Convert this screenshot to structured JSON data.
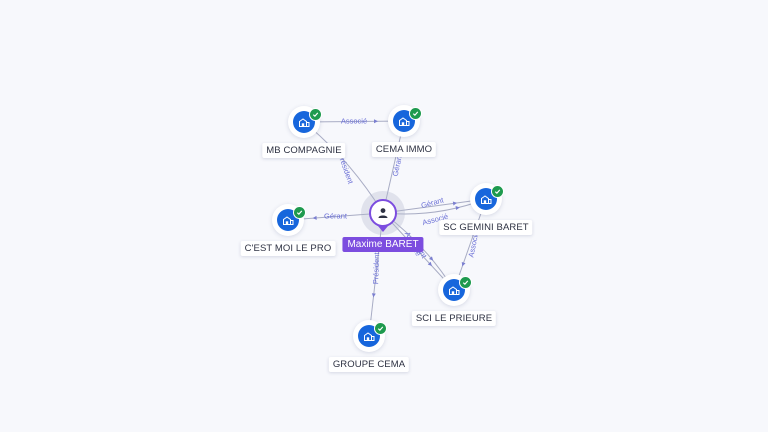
{
  "center": {
    "name": "Maxime BARET",
    "icon": "person-icon",
    "accent_color": "#7c4ddf"
  },
  "companies": [
    {
      "id": "mb_compagnie",
      "name": "MB COMPAGNIE",
      "icon": "building-icon",
      "verified": true
    },
    {
      "id": "cema_immo",
      "name": "CEMA IMMO",
      "icon": "building-icon",
      "verified": true
    },
    {
      "id": "sc_gemini_baret",
      "name": "SC GEMINI BARET",
      "icon": "building-icon",
      "verified": true
    },
    {
      "id": "cest_moi_le_pro",
      "name": "C'EST MOI LE PRO",
      "icon": "building-icon",
      "verified": true
    },
    {
      "id": "sci_le_prieure",
      "name": "SCI LE PRIEURE",
      "icon": "building-icon",
      "verified": true
    },
    {
      "id": "groupe_cema",
      "name": "GROUPE CEMA",
      "icon": "building-icon",
      "verified": true
    }
  ],
  "relations": [
    {
      "from": "center",
      "to": "mb_compagnie",
      "label": "Président"
    },
    {
      "from": "center",
      "to": "cema_immo",
      "label": "Gérant"
    },
    {
      "from": "center",
      "to": "sc_gemini_baret",
      "label": "Gérant"
    },
    {
      "from": "center",
      "to": "sc_gemini_baret",
      "label": "Associé"
    },
    {
      "from": "center",
      "to": "cest_moi_le_pro",
      "label": "Gérant"
    },
    {
      "from": "center",
      "to": "sci_le_prieure",
      "label": "Gérant"
    },
    {
      "from": "center",
      "to": "sci_le_prieure",
      "label": "Associé"
    },
    {
      "from": "center",
      "to": "groupe_cema",
      "label": "Président"
    },
    {
      "from": "mb_compagnie",
      "to": "cema_immo",
      "label": "Associé"
    },
    {
      "from": "sc_gemini_baret",
      "to": "sci_le_prieure",
      "label": "Associé"
    }
  ],
  "colors": {
    "company_icon": "#1766dc",
    "verified_badge": "#1e9a4e",
    "edge_label": "#6a6fd6"
  }
}
